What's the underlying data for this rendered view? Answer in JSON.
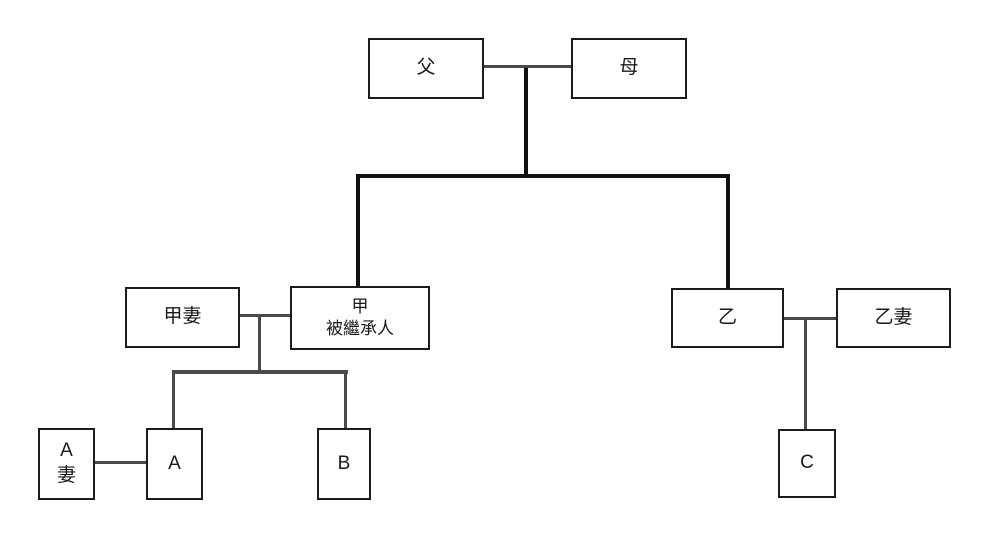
{
  "diagram": {
    "type": "family-inheritance-tree",
    "nodes": {
      "father": {
        "label": "父",
        "role": "father"
      },
      "mother": {
        "label": "母",
        "role": "mother"
      },
      "jia_wife": {
        "label": "甲妻",
        "role": "wife-of-jia"
      },
      "jia": {
        "line1": "甲",
        "line2": "被繼承人",
        "role": "decedent"
      },
      "yi": {
        "label": "乙",
        "role": "sibling"
      },
      "yi_wife": {
        "label": "乙妻",
        "role": "wife-of-yi"
      },
      "a_wife": {
        "line1": "A",
        "line2": "妻",
        "role": "wife-of-a"
      },
      "a": {
        "label": "A",
        "role": "child-of-jia"
      },
      "b": {
        "label": "B",
        "role": "child-of-jia"
      },
      "c": {
        "label": "C",
        "role": "child-of-yi"
      }
    },
    "relationships": {
      "spouse_pairs": [
        [
          "父",
          "母"
        ],
        [
          "甲",
          "甲妻"
        ],
        [
          "乙",
          "乙妻"
        ],
        [
          "A",
          "A妻"
        ]
      ],
      "parent_child": [
        [
          "父母",
          "甲"
        ],
        [
          "父母",
          "乙"
        ],
        [
          "甲",
          "A"
        ],
        [
          "甲",
          "B"
        ],
        [
          "乙",
          "C"
        ]
      ]
    },
    "colors": {
      "tree_line": "#111111",
      "relation_line": "#4a4a4a",
      "box_border": "#1c1c1c",
      "box_background": "#ffffff",
      "text": "#1a1a1a",
      "canvas": "#ffffff"
    }
  }
}
